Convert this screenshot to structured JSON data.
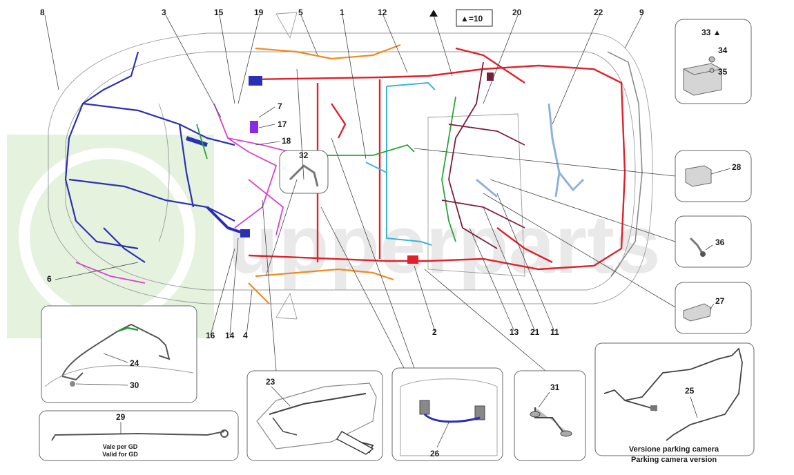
{
  "triangle_note": "▲=10",
  "watermark": "upperparts",
  "callouts": {
    "n1": "1",
    "n2": "2",
    "n3": "3",
    "n4": "4",
    "n5": "5",
    "n6": "6",
    "n7": "7",
    "n8": "8",
    "n9": "9",
    "n11": "11",
    "n12": "12",
    "n13": "13",
    "n14": "14",
    "n15": "15",
    "n16": "16",
    "n17": "17",
    "n18": "18",
    "n19": "19",
    "n20": "20",
    "n21": "21",
    "n22": "22",
    "n23": "23",
    "n24": "24",
    "n25": "25",
    "n26": "26",
    "n27": "27",
    "n28": "28",
    "n29": "29",
    "n30": "30",
    "n31": "31",
    "n32": "32",
    "n33": "33 ▲",
    "n34": "34",
    "n35": "35",
    "n36": "36"
  },
  "boxes": {
    "box29_line1": "Vale per GD",
    "box29_line2": "Valid for GD",
    "box25_line1": "Versione parking camera",
    "box25_line2": "Parking camera version"
  },
  "colors": {
    "blue": "#2b2fb3",
    "red": "#e0202a",
    "orange": "#f08a1c",
    "magenta": "#d93fd0",
    "green": "#27a33a",
    "cyan": "#35b7d6",
    "maroon": "#7b1d3c",
    "lightblue": "#8fb1d9",
    "purple": "#8a2be2",
    "grey": "#8a8a8a",
    "watermark": "#cfe9c4"
  }
}
